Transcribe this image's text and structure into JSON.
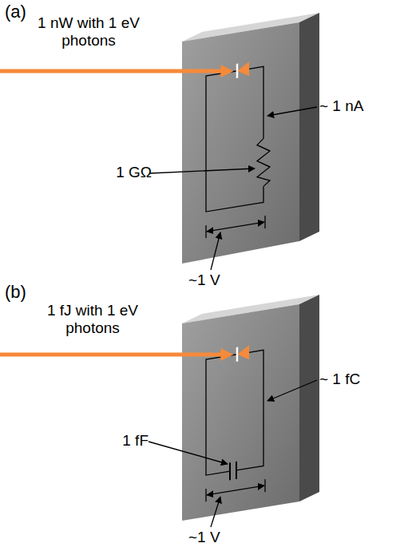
{
  "diagram": {
    "labels": [
      "(a)",
      "1 nW with 1 eV photons",
      "~ 1 nA",
      "1 GΩ",
      "~1 V",
      "(b)",
      "1 fJ with 1 eV photons",
      "~ 1 fC",
      "1 fF",
      "~1 V"
    ]
  }
}
